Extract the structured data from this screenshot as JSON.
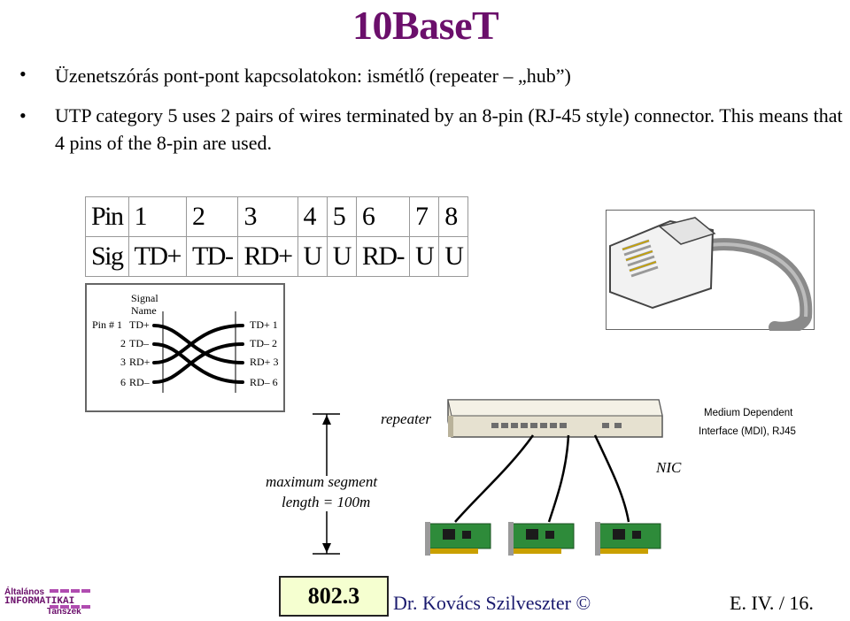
{
  "title": "10BaseT",
  "bullets": [
    "Üzenetszórás pont-pont kapcsolatokon: ismétlő (repeater – „hub”)",
    "UTP category 5 uses 2 pairs of wires terminated by an 8-pin (RJ-45 style) connector. This means that 4 pins of the 8-pin are used."
  ],
  "bullet_char": "•",
  "pin_table": {
    "rows": [
      [
        "Pin",
        "1",
        "2",
        "3",
        "4",
        "5",
        "6",
        "7",
        "8"
      ],
      [
        "Sig",
        "TD+",
        "TD-",
        "RD+",
        "U",
        "U",
        "RD-",
        "U",
        "U"
      ]
    ]
  },
  "crossover_diagram": {
    "header_line1": "Signal",
    "header_line2": "Name",
    "left_pins": [
      "Pin # 1",
      "2",
      "3",
      "6"
    ],
    "left_signals": [
      "TD+",
      "TD–",
      "RD+",
      "RD–"
    ],
    "right_labels": [
      "TD+ 1",
      "TD– 2",
      "RD+ 3",
      "RD– 6"
    ]
  },
  "network": {
    "repeater_label": "repeater",
    "mdi_line1": "Medium Dependent",
    "mdi_line2": "Interface (MDI), RJ45",
    "nic_label": "NIC",
    "segment_line1": "maximum segment",
    "segment_line2": "length = 100m"
  },
  "footer": {
    "standard": "802.3",
    "author": "Dr. Kovács Szilveszter ©",
    "page": "E. IV. / 16.",
    "logo_line1": "Általános",
    "logo_line2": "INFORMATIKAI",
    "logo_line3": "Tanszék"
  },
  "colors": {
    "title": "#6b0f6b",
    "footer_text": "#1a1a6e",
    "standard_box_bg": "#f5ffd0",
    "nic_board": "#2e8b3a",
    "logo": "#6b0f6b"
  }
}
